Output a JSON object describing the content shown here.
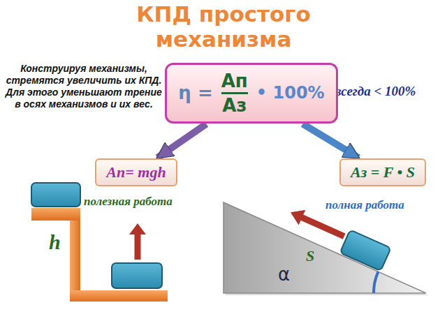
{
  "diagram": {
    "title": "КПД простого механизма",
    "nodes": [
      {
        "text": [
          "η =",
          "Aп",
          "Aз",
          "• 100%"
        ]
      },
      {
        "text": [
          "Aп= mgh"
        ]
      },
      {
        "text": [
          "Aз = F • S"
        ]
      }
    ],
    "edges": [
      {
        "from": 0,
        "to": 1,
        "arrow": "to"
      },
      {
        "from": 0,
        "to": 2,
        "arrow": "to"
      }
    ],
    "labels": [
      "Конструируя механизмы, стремятся увеличить их КПД. Для этого уменьшают трение в осях механизмов и их вес.",
      "всегда < 100%",
      "полезная работа",
      "полная работа",
      "h",
      "S",
      "α"
    ]
  }
}
